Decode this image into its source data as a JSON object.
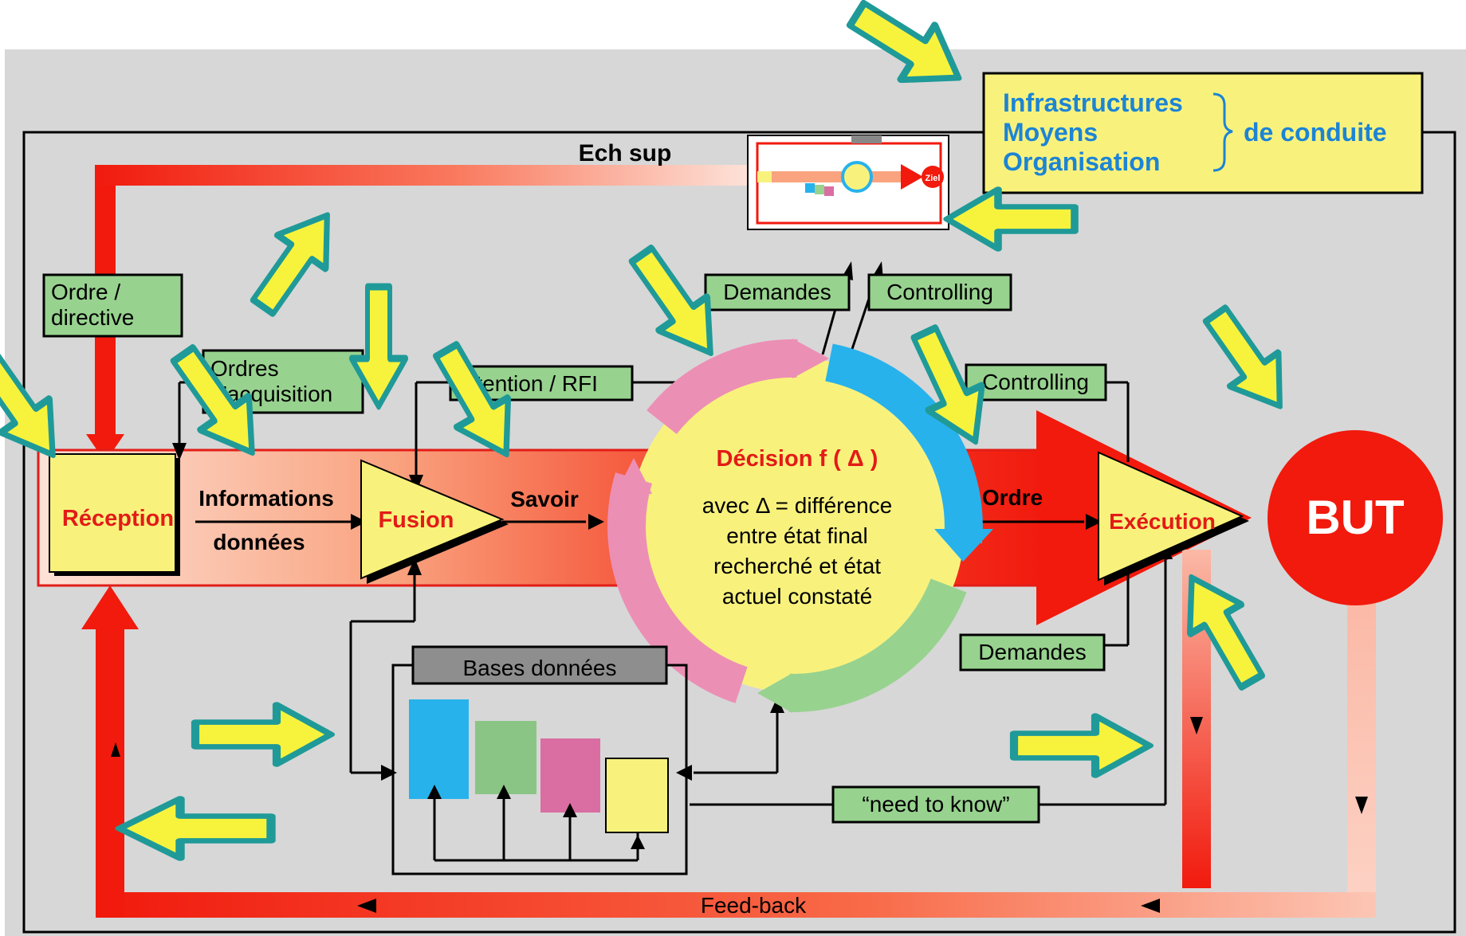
{
  "ech_sup": "Ech sup",
  "ziel_badge": "Ziel",
  "resources": {
    "lines": [
      "Infrastructures",
      "Moyens",
      "Organisation"
    ],
    "suffix": "de conduite"
  },
  "labels": {
    "ordre_directive": [
      "Ordre /",
      "directive"
    ],
    "ordres_acquisition": [
      "Ordres",
      "d'acquisition"
    ],
    "intention_rfi": "Intention / RFI",
    "demandes_top": "Demandes",
    "controlling_top": "Controlling",
    "controlling_right": "Controlling",
    "demandes_right": "Demandes",
    "need_to_know": "“need to know”",
    "bases_donnees": "Bases données",
    "feedback": "Feed-back"
  },
  "stages": {
    "reception": "Réception",
    "fusion": "Fusion",
    "execution": "Exécution",
    "but": "BUT"
  },
  "flow": {
    "informations": "Informations",
    "donnees": "données",
    "savoir": "Savoir",
    "ordre": "Ordre"
  },
  "decision": {
    "title": "Décision f ( Δ )",
    "lines": [
      "avec Δ = différence",
      "entre état final",
      "recherché et état",
      "actuel constaté"
    ]
  },
  "colors": {
    "background": "#d7d7d7",
    "band_red": "#f11a0d",
    "yellow": "#f8f27d",
    "label_green": "#98d28f",
    "title_blue": "#1c84d4",
    "cycle_pink": "#ec8fb5",
    "cycle_blue": "#27b2ec",
    "cycle_green": "#98d28f",
    "highlight_arrow": "#f7f33c",
    "highlight_outline": "#1f9a98"
  }
}
